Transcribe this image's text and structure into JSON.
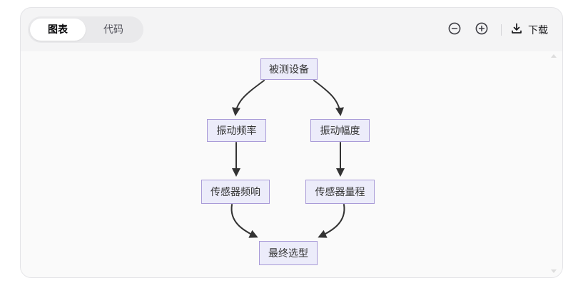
{
  "widget": {
    "tabs": [
      {
        "label": "图表",
        "active": true
      },
      {
        "label": "代码",
        "active": false
      }
    ],
    "toolbar": {
      "zoom_out_icon": "circle-minus",
      "zoom_in_icon": "circle-plus",
      "download_icon": "download-tray-arrow",
      "download_label": "下载"
    }
  },
  "diagram": {
    "type": "flowchart",
    "direction": "top-down",
    "nodes": [
      {
        "id": "A",
        "label": "被测设备"
      },
      {
        "id": "B",
        "label": "振动频率"
      },
      {
        "id": "C",
        "label": "振动幅度"
      },
      {
        "id": "D",
        "label": "传感器频响"
      },
      {
        "id": "E",
        "label": "传感器量程"
      },
      {
        "id": "F",
        "label": "最终选型"
      }
    ],
    "edges": [
      {
        "from": "A",
        "to": "B"
      },
      {
        "from": "A",
        "to": "C"
      },
      {
        "from": "B",
        "to": "D"
      },
      {
        "from": "C",
        "to": "E"
      },
      {
        "from": "D",
        "to": "F"
      },
      {
        "from": "E",
        "to": "F"
      }
    ],
    "colors": {
      "node_fill": "#ececfa",
      "node_border": "#a99bd8",
      "edge": "#333333",
      "text": "#333333",
      "panel_bg": "#fafafa",
      "card_bg": "#f4f4f5"
    }
  }
}
